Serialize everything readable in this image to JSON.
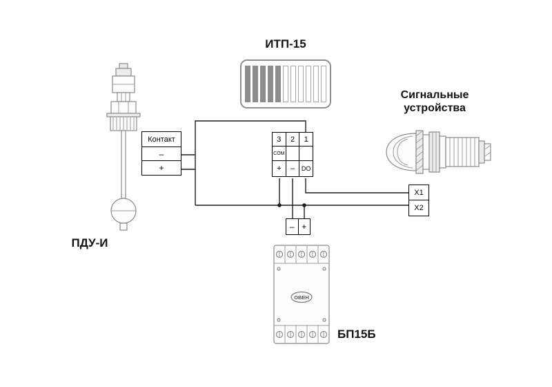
{
  "labels": {
    "itp15": "ИТП-15",
    "pdu": "ПДУ-И",
    "signal_devices": "Сигнальные устройства",
    "bp15b": "БП15Б"
  },
  "sensor_block": {
    "header": "Контакт",
    "minus": "–",
    "plus": "+"
  },
  "itp_block": {
    "terminals": [
      "3",
      "2",
      "1"
    ],
    "com": "COM",
    "functions": [
      "+",
      "–",
      "DO"
    ]
  },
  "signal_block": {
    "x1": "X1",
    "x2": "X2"
  },
  "psu_block": {
    "minus": "–",
    "plus": "+"
  },
  "psu": {
    "logo": "ОВЕН"
  },
  "itp15_display": {
    "segments_total": 11,
    "segments_filled": 5,
    "filled_color": "#8c8c8c",
    "empty_color": "#ffffff"
  },
  "colors": {
    "wire": "#1c1c1c",
    "device_outline": "#8a8a8a"
  }
}
